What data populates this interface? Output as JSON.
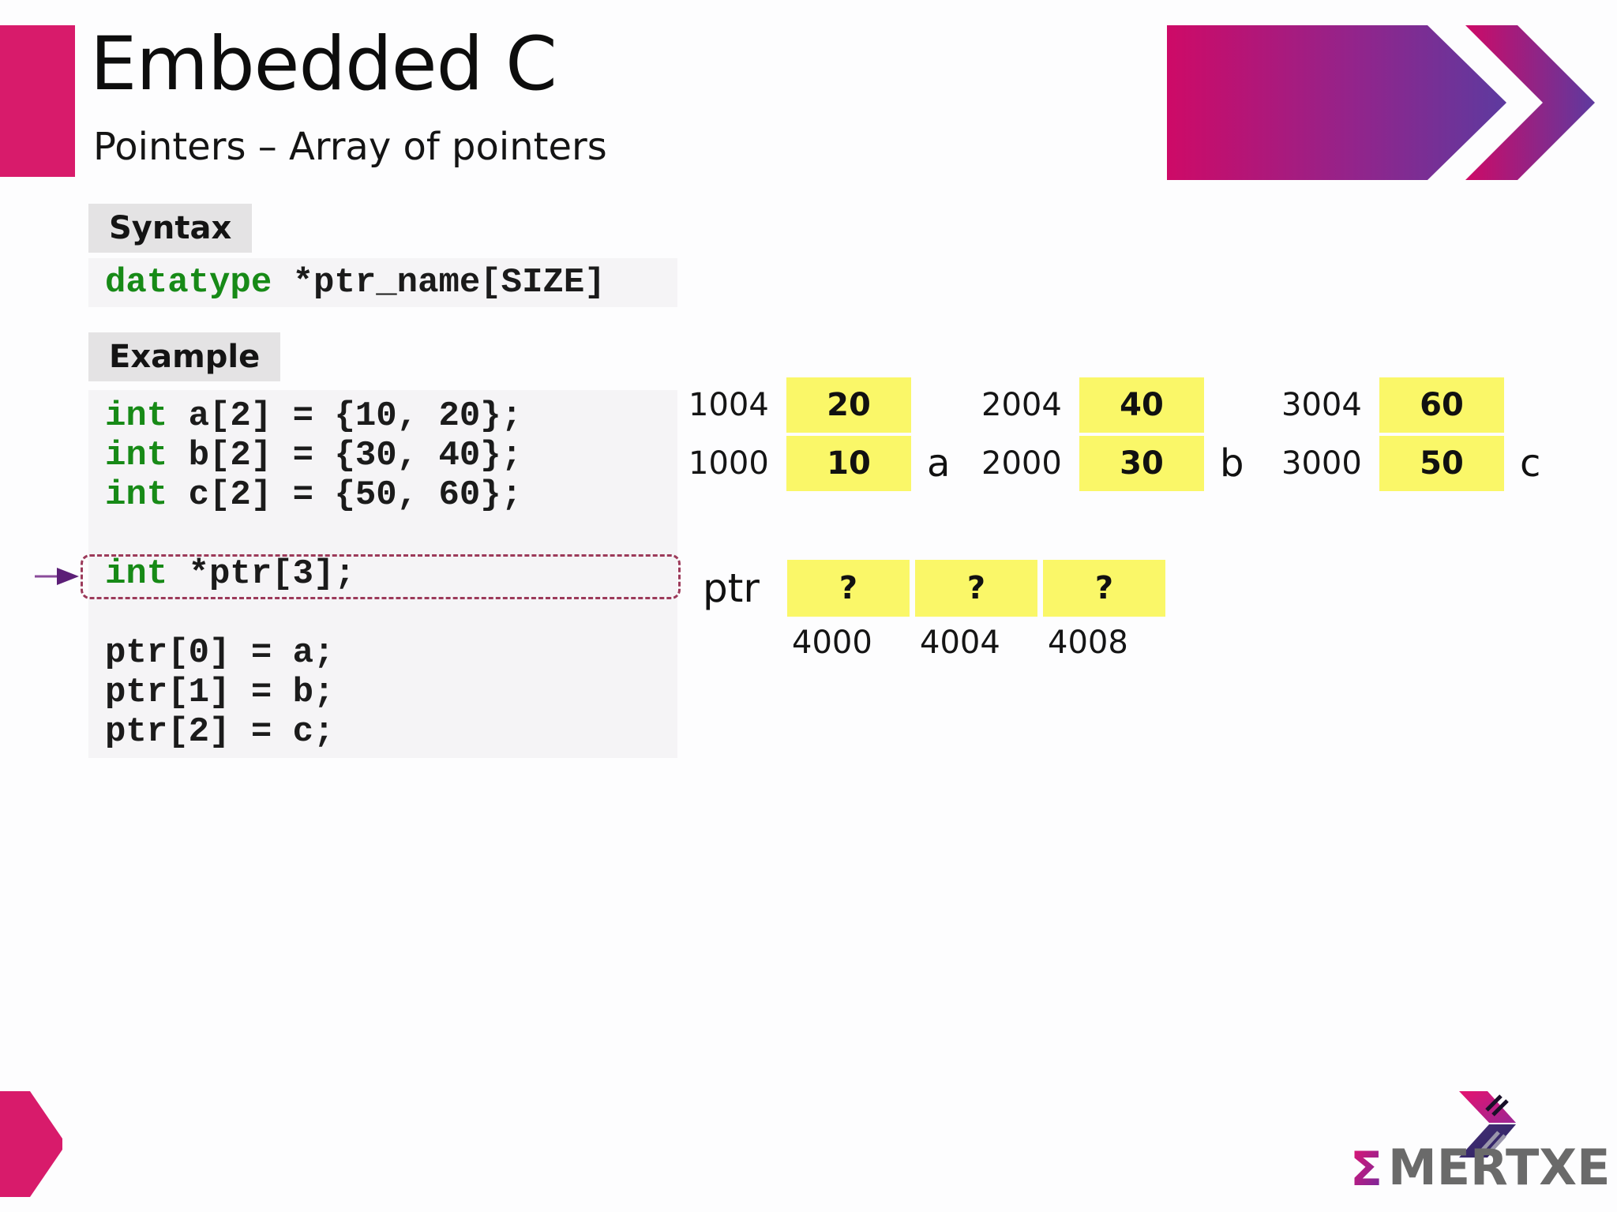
{
  "slide": {
    "title": "Embedded C",
    "subtitle": "Pointers – Array of pointers"
  },
  "syntax": {
    "label": "Syntax",
    "keyword": "datatype",
    "code": " *ptr_name[SIZE]"
  },
  "example": {
    "label": "Example",
    "declarations": [
      {
        "keyword": "int",
        "code": " a[2] = {10, 20};"
      },
      {
        "keyword": "int",
        "code": " b[2] = {30, 40};"
      },
      {
        "keyword": "int",
        "code": " c[2] = {50, 60};"
      }
    ],
    "pointer_declaration": {
      "keyword": "int",
      "code": " *ptr[3];"
    },
    "assignments": [
      "ptr[0] = a;",
      "ptr[1] = b;",
      "ptr[2] = c;"
    ]
  },
  "memory": {
    "arrays": [
      {
        "name": "a",
        "rows": [
          {
            "addr": "1004",
            "value": "20"
          },
          {
            "addr": "1000",
            "value": "10"
          }
        ]
      },
      {
        "name": "b",
        "rows": [
          {
            "addr": "2004",
            "value": "40"
          },
          {
            "addr": "2000",
            "value": "30"
          }
        ]
      },
      {
        "name": "c",
        "rows": [
          {
            "addr": "3004",
            "value": "60"
          },
          {
            "addr": "3000",
            "value": "50"
          }
        ]
      }
    ],
    "ptr": {
      "label": "ptr",
      "cells": [
        {
          "value": "?",
          "addr": "4000"
        },
        {
          "value": "?",
          "addr": "4004"
        },
        {
          "value": "?",
          "addr": "4008"
        }
      ]
    }
  },
  "logo": {
    "sigma": "Σ",
    "text": "MERTXE"
  },
  "colors": {
    "accent_pink": "#d81b6b",
    "gradient_purple": "#5d3a9f",
    "cell_yellow": "#faf768",
    "keyword_green": "#178a17",
    "callout_maroon": "#9c3a5a",
    "logo_gray": "#6a6a6a"
  }
}
